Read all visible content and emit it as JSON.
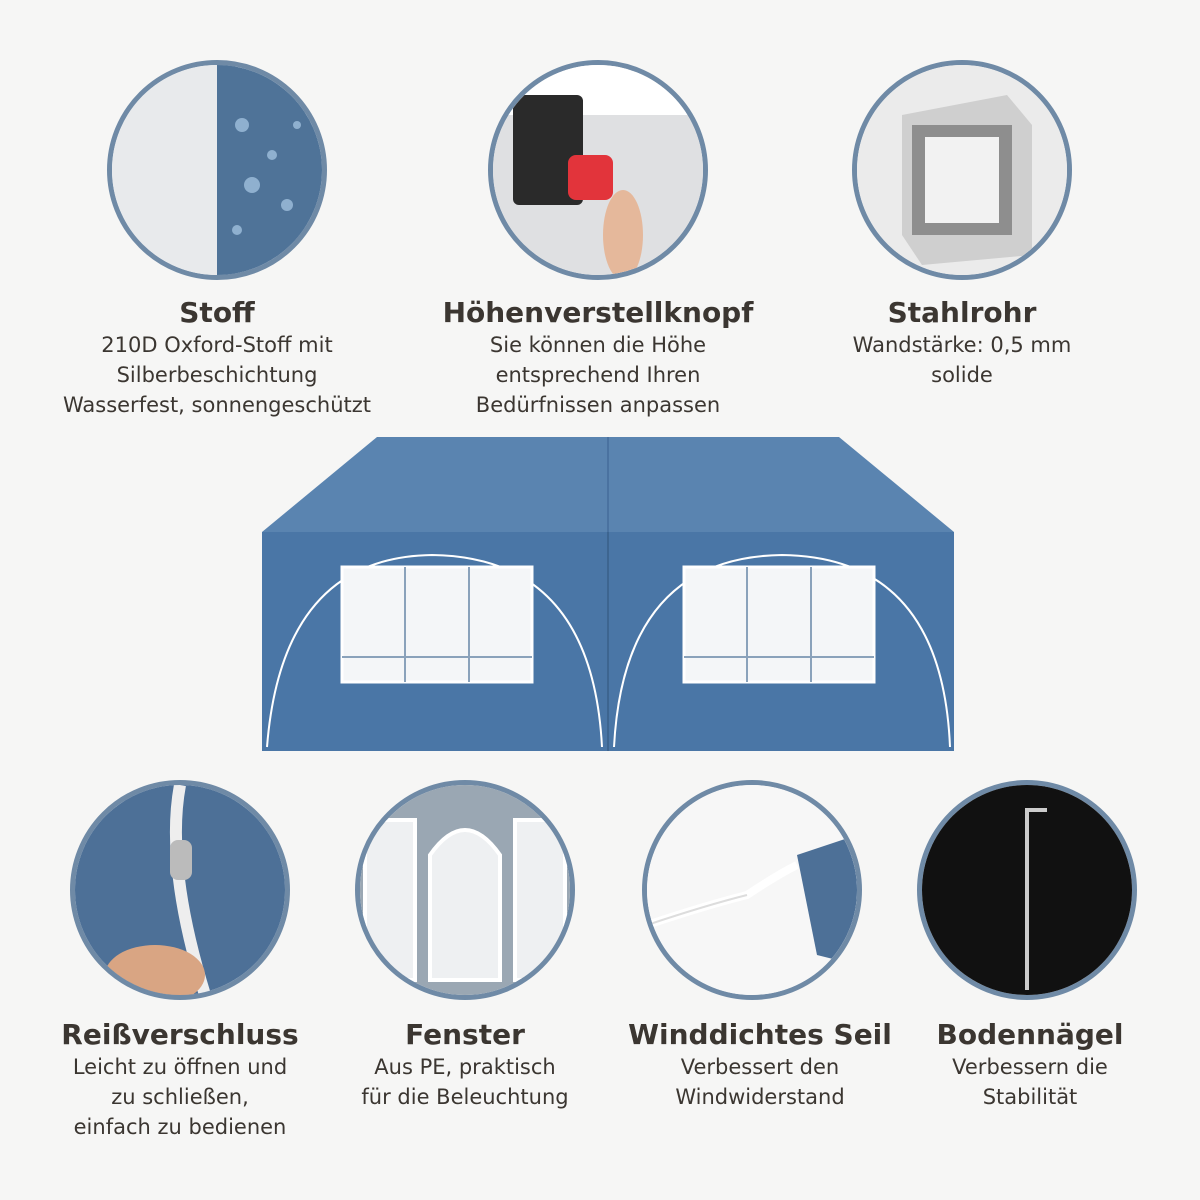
{
  "features_top": [
    {
      "title": "Stoff",
      "lines": [
        "210D Oxford-Stoff mit",
        "Silberbeschichtung",
        "Wasserfest, sonnengeschützt"
      ]
    },
    {
      "title": "Höhenverstellknopf",
      "lines": [
        "Sie können die Höhe",
        "entsprechend Ihren",
        "Bedürfnissen anpassen"
      ]
    },
    {
      "title": "Stahlrohr",
      "lines": [
        "Wandstärke: 0,5 mm",
        "solide"
      ]
    }
  ],
  "features_bottom": [
    {
      "title": "Reißverschluss",
      "lines": [
        "Leicht zu öffnen und",
        "zu schließen,",
        "einfach zu bedienen"
      ]
    },
    {
      "title": "Fenster",
      "lines": [
        "Aus PE, praktisch",
        "für die Beleuchtung"
      ]
    },
    {
      "title": "Winddichtes Seil",
      "lines": [
        "Verbessert den",
        "Windwiderstand"
      ]
    },
    {
      "title": "Bodennägel",
      "lines": [
        "Verbessern die",
        "Stabilität"
      ]
    }
  ],
  "colors": {
    "tent_blue": "#4a76a6",
    "circle_border": "#6f8aa6",
    "text": "#3b3631"
  }
}
